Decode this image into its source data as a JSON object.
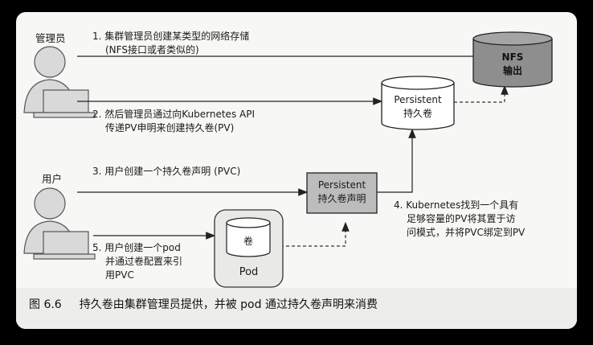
{
  "roles": {
    "admin": "管理员",
    "user": "用户"
  },
  "steps": {
    "step1": [
      "1.  集群管理员创建某类型的网络存储",
      "(NFS接口或者类似的)"
    ],
    "step2": [
      "2.  然后管理员通过向Kubernetes API",
      "传递PV申明来创建持久卷(PV)"
    ],
    "step3": [
      "3.  用户创建一个持久卷声明 (PVC)"
    ],
    "step4": [
      "4.  Kubernetes找到一个具有",
      "足够容量的PV将其置于访",
      "问模式，并将PVC绑定到PV"
    ],
    "step5": [
      "5.  用户创建一个pod",
      "并通过卷配置来引",
      "用PVC"
    ]
  },
  "boxes": {
    "nfs": [
      "NFS",
      "输出"
    ],
    "pv": [
      "Persistent",
      "持久卷"
    ],
    "pvc": [
      "Persistent",
      "持久卷声明"
    ],
    "volume": "卷",
    "pod": "Pod"
  },
  "caption": {
    "number": "图 6.6",
    "text": "持久卷由集群管理员提供，并被 pod 通过持久卷声明来消费"
  },
  "colors": {
    "nfs_fill": "#8e8e8e",
    "pvc_fill": "#bcbcbc",
    "pod_fill": "#e9e9e6",
    "person": "#d6d6d6",
    "laptop": "#d6d6d6"
  }
}
